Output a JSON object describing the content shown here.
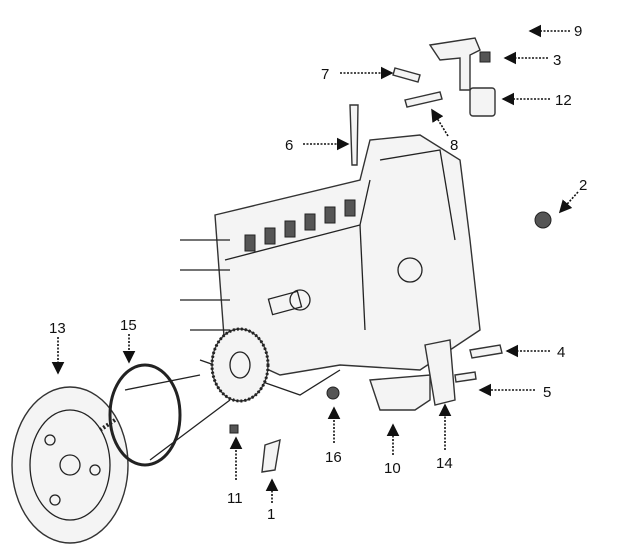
{
  "diagram": {
    "type": "exploded-parts-view",
    "callouts": [
      {
        "id": "c1",
        "label": "1"
      },
      {
        "id": "c2",
        "label": "2"
      },
      {
        "id": "c3",
        "label": "3"
      },
      {
        "id": "c4",
        "label": "4"
      },
      {
        "id": "c5",
        "label": "5"
      },
      {
        "id": "c6",
        "label": "6"
      },
      {
        "id": "c7",
        "label": "7"
      },
      {
        "id": "c8",
        "label": "8"
      },
      {
        "id": "c9",
        "label": "9"
      },
      {
        "id": "c10",
        "label": "10"
      },
      {
        "id": "c11",
        "label": "11"
      },
      {
        "id": "c12",
        "label": "12"
      },
      {
        "id": "c13",
        "label": "13"
      },
      {
        "id": "c14",
        "label": "14"
      },
      {
        "id": "c15",
        "label": "15"
      },
      {
        "id": "c16",
        "label": "16"
      }
    ]
  }
}
